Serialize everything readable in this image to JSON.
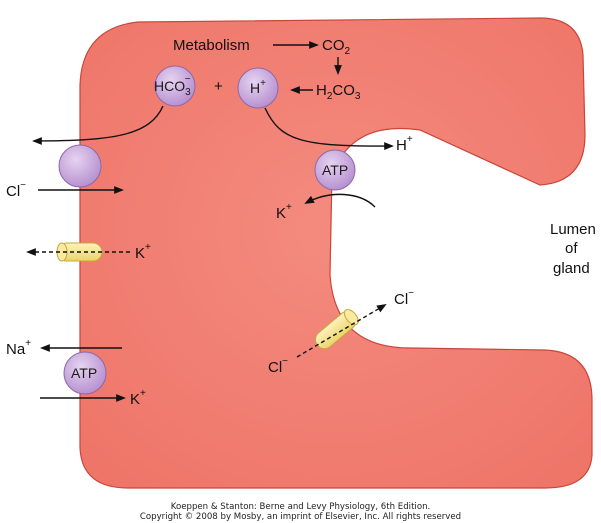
{
  "colors": {
    "cell_fill": "#f07e72",
    "cell_stroke": "#c9463a",
    "carrier_fill": "#c7a5dd",
    "carrier_stroke": "#8e67a8",
    "channel_fill": "#f3e38a",
    "channel_stroke": "#c7a93b"
  },
  "labels": {
    "metabolism": "Metabolism",
    "co2_main": "CO",
    "co2_sub": "2",
    "hco3_main": "HCO",
    "hco3_sub": "3",
    "hco3_sup": "−",
    "plus": "+",
    "h_main": "H",
    "h_sup": "+",
    "h2co3_a": "H",
    "h2co3_sub1": "2",
    "h2co3_b": "CO",
    "h2co3_sub2": "3",
    "h_out_main": "H",
    "h_out_sup": "+",
    "atp_pump_apical": "ATP",
    "k_apical_main": "K",
    "k_apical_sup": "+",
    "cl_basal_main": "Cl",
    "cl_basal_sup": "−",
    "k_channel_main": "K",
    "k_channel_sup": "+",
    "na_main": "Na",
    "na_sup": "+",
    "atp_pump_basal": "ATP",
    "k_basal_main": "K",
    "k_basal_sup": "+",
    "cl_in_main": "Cl",
    "cl_in_sup": "−",
    "cl_out_main": "Cl",
    "cl_out_sup": "−",
    "lumen_line1": "Lumen",
    "lumen_line2": "of",
    "lumen_line3": "gland"
  },
  "credit": {
    "line1": "Koeppen & Stanton: Berne and Levy Physiology, 6th Edition.",
    "line2": "Copyright © 2008 by Mosby, an imprint of Elsevier, Inc. All rights reserved"
  }
}
